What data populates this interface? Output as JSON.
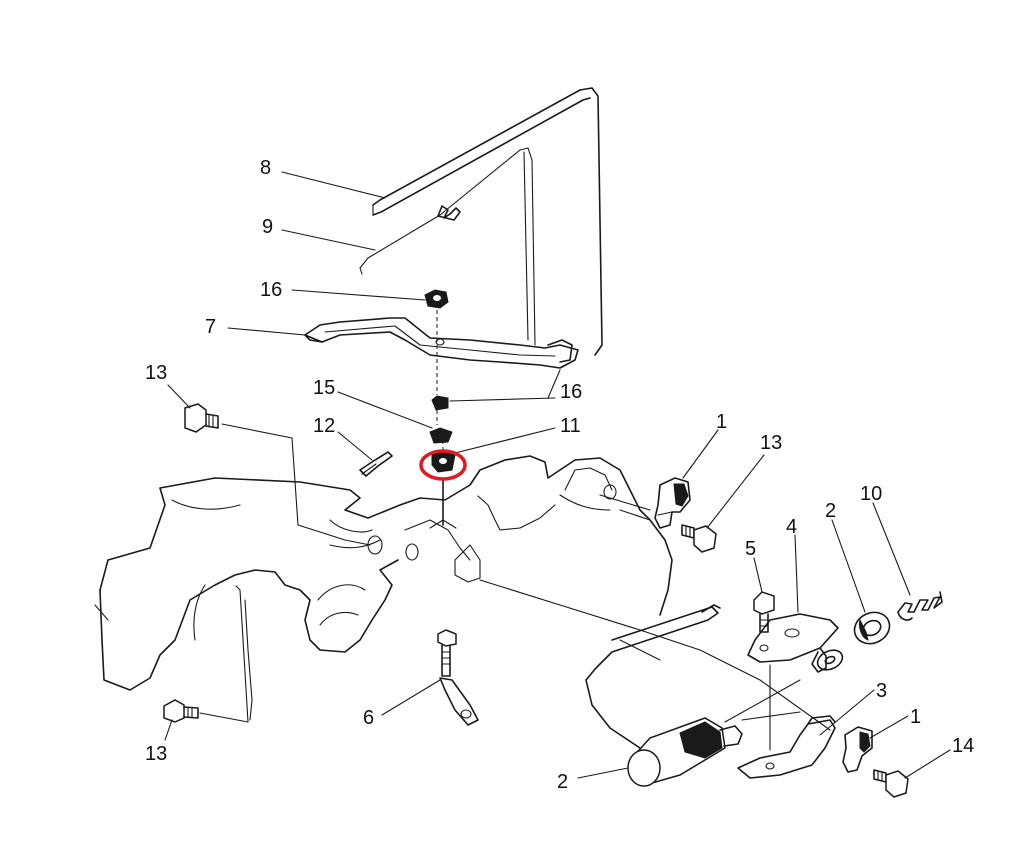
{
  "diagram": {
    "labels": {
      "p8": "8",
      "p9": "9",
      "p16_top": "16",
      "p7": "7",
      "p13_left_top": "13",
      "p15": "15",
      "p16_mid": "16",
      "p12": "12",
      "p11": "11",
      "p1_top": "1",
      "p13_right": "13",
      "p4": "4",
      "p2_top": "2",
      "p10": "10",
      "p5": "5",
      "p3": "3",
      "p1_bottom": "1",
      "p14": "14",
      "p6": "6",
      "p13_left_bottom": "13",
      "p2_bottom": "2"
    },
    "highlight": {
      "part": "11",
      "color": "#e01b24"
    }
  }
}
